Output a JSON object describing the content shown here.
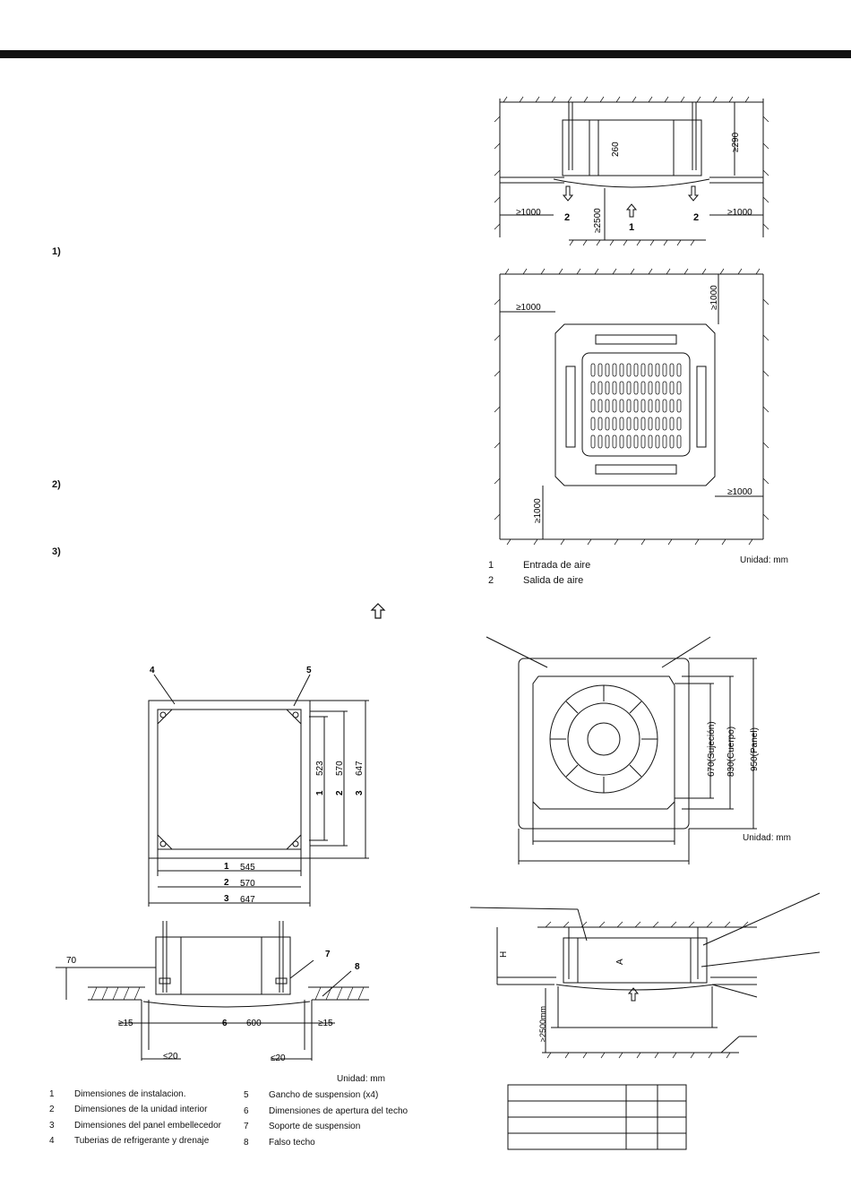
{
  "steps": [
    "1)",
    "2)",
    "3)"
  ],
  "diagram_side": {
    "dims": {
      "h260": "260",
      "h290": "≥290",
      "left": "≥1000",
      "right": "≥1000",
      "floor": "≥2500"
    },
    "labels": {
      "outlet_left": "2",
      "outlet_right": "2",
      "inlet": "1"
    }
  },
  "diagram_plan": {
    "dims": {
      "top": "≥1000",
      "left": "≥1000",
      "right": "≥1000",
      "bottom": "≥1000"
    }
  },
  "legend_air": {
    "items": [
      {
        "num": "1",
        "text": "Entrada de aire"
      },
      {
        "num": "2",
        "text": "Salida de aire"
      }
    ],
    "unit": "Unidad: mm"
  },
  "diagram_install": {
    "callouts": [
      "4",
      "5",
      "7",
      "8"
    ],
    "vertical_dims": [
      {
        "num": "1",
        "value": "523"
      },
      {
        "num": "2",
        "value": "570"
      },
      {
        "num": "3",
        "value": "647"
      }
    ],
    "horizontal_dims": [
      {
        "num": "1",
        "value": "545"
      },
      {
        "num": "2",
        "value": "570"
      },
      {
        "num": "3",
        "value": "647"
      }
    ],
    "section": {
      "h70": "70",
      "opening_num": "6",
      "opening": "600",
      "gap_left": "≥15",
      "gap_right": "≥15",
      "lip_left": "≤20",
      "lip_right": "≤20"
    },
    "unit": "Unidad: mm"
  },
  "legend_install": {
    "col1": [
      {
        "num": "1",
        "text": "Dimensiones de instalacion."
      },
      {
        "num": "2",
        "text": "Dimensiones de la unidad interior"
      },
      {
        "num": "3",
        "text": "Dimensiones del panel embellecedor"
      },
      {
        "num": "4",
        "text": "Tuberias de refrigerante y drenaje"
      }
    ],
    "col2": [
      {
        "num": "5",
        "text": "Gancho de suspension (x4)"
      },
      {
        "num": "6",
        "text": "Dimensiones de apertura del techo"
      },
      {
        "num": "7",
        "text": "Soporte de suspension"
      },
      {
        "num": "8",
        "text": "Falso techo"
      }
    ]
  },
  "diagram_panel": {
    "dims": {
      "hold": "670(Sujeción)",
      "body": "830(Cuerpo)",
      "panel": "950(Panel)"
    },
    "unit": "Unidad: mm"
  },
  "diagram_height": {
    "labels": {
      "h": "H",
      "a": "A",
      "floor": "≥2500mm"
    }
  }
}
